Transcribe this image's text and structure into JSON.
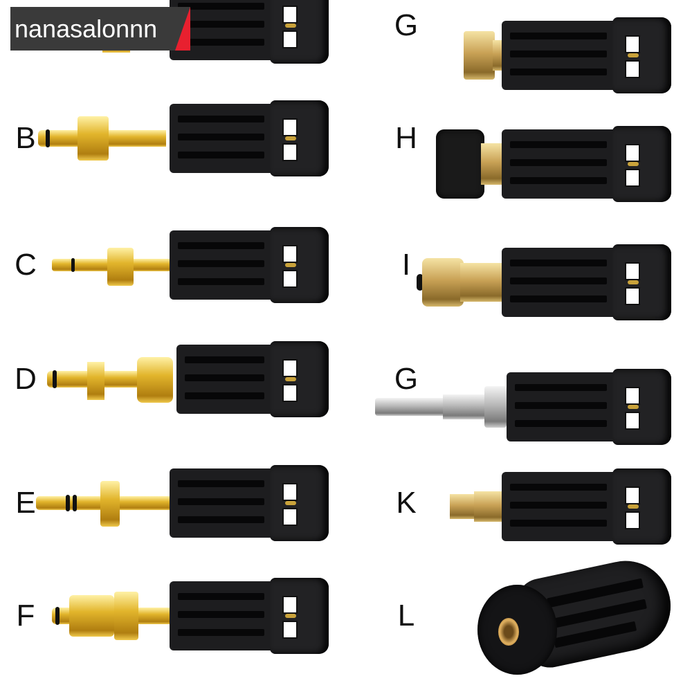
{
  "watermark": {
    "text": "nanasalonnn",
    "accent_color": "#e8202f"
  },
  "left_column": [
    {
      "label": "",
      "fitting": "gold-slim-bayonet"
    },
    {
      "label": "B",
      "fitting": "gold-bayonet-large-lug"
    },
    {
      "label": "C",
      "fitting": "gold-bayonet-small"
    },
    {
      "label": "D",
      "fitting": "gold-bayonet-wide-collar"
    },
    {
      "label": "E",
      "fitting": "gold-bayonet-long"
    },
    {
      "label": "F",
      "fitting": "gold-bayonet-knurled"
    }
  ],
  "right_column": [
    {
      "label": "G",
      "fitting": "brass-male-thread"
    },
    {
      "label": "H",
      "fitting": "black-female-nut"
    },
    {
      "label": "I",
      "fitting": "brass-female-coupler"
    },
    {
      "label": "G",
      "fitting": "steel-quick-connect-plug"
    },
    {
      "label": "K",
      "fitting": "brass-small-thread"
    },
    {
      "label": "L",
      "fitting": "angled-view-female-thread"
    }
  ],
  "colors": {
    "body": "#1d1d1f",
    "gold": "#e2b52c",
    "brass": "#c9a256",
    "steel": "#b8b8b8"
  }
}
